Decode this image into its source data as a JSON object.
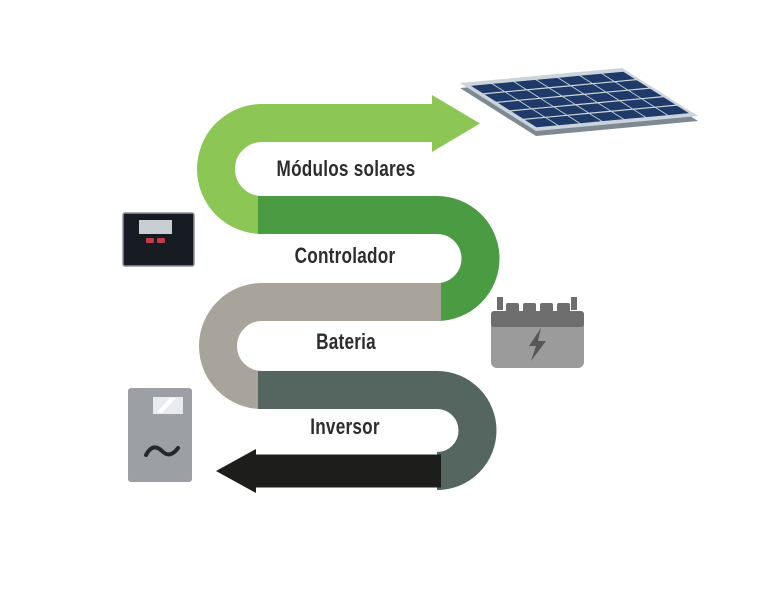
{
  "diagram": {
    "steps": [
      {
        "label": "Módulos solares",
        "icon": "solar-panel-icon"
      },
      {
        "label": "Controlador",
        "icon": "charge-controller-icon"
      },
      {
        "label": "Bateria",
        "icon": "battery-icon"
      },
      {
        "label": "Inversor",
        "icon": "inverter-icon"
      }
    ]
  },
  "solar_panel": {
    "cols": 7,
    "rows": 5
  },
  "colors": {
    "background": "#FFFFFF",
    "flow_modules_green": "#8CC655",
    "flow_controller_green": "#4A9B42",
    "flow_battery_tan": "#A8A39B",
    "flow_inverter_slate": "#556560",
    "flow_output_black": "#1D1D1B",
    "label_text": "#2D2D2D",
    "panel_cell": "#1F3A68",
    "panel_frame": "#CBD4DB",
    "panel_edge": "#7E8993",
    "controller_body": "#161C22",
    "controller_border": "#8F9499",
    "controller_screen": "#C9CED3",
    "controller_button": "#C63A47",
    "battery_body": "#9B9B9B",
    "battery_cap": "#6E6E6E",
    "battery_bolt": "#575757",
    "inverter_body": "#9C9FA4",
    "inverter_screen": "#E9ECEF",
    "inverter_symbol": "#24272B"
  }
}
